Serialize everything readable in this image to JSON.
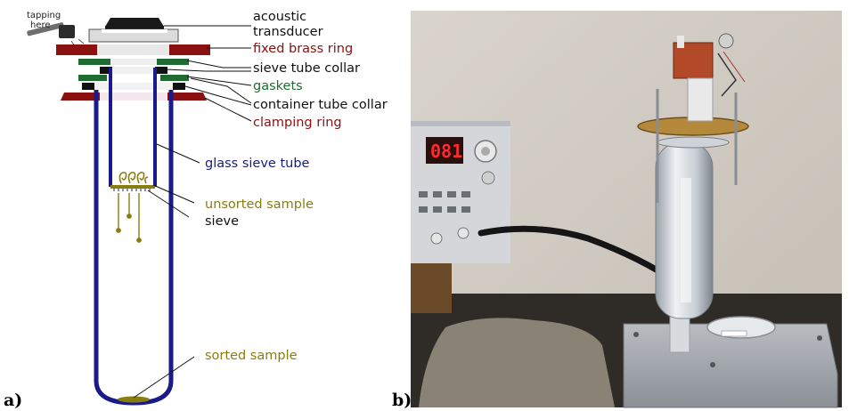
{
  "panels": {
    "a": "a)",
    "b": "b)"
  },
  "labels": {
    "tapping": [
      "tapping",
      "here"
    ],
    "acoustic_transducer": [
      "acoustic",
      "transducer"
    ],
    "fixed_brass_ring": "fixed brass ring",
    "sieve_tube_collar": "sieve tube collar",
    "gaskets": "gaskets",
    "container_tube_collar": "container tube collar",
    "clamping_ring": "clamping ring",
    "glass_sieve_tube": "glass sieve tube",
    "unsorted_sample": "unsorted sample",
    "sieve": "sieve",
    "sorted_sample": "sorted sample"
  },
  "photo_display": {
    "readout": "081"
  },
  "colors": {
    "brass_ring": "#8b1010",
    "gasket": "#1f6b32",
    "glass_tube": "#1a1a8a",
    "sample": "#8a7d10",
    "transducer": "#1a1a1a"
  }
}
